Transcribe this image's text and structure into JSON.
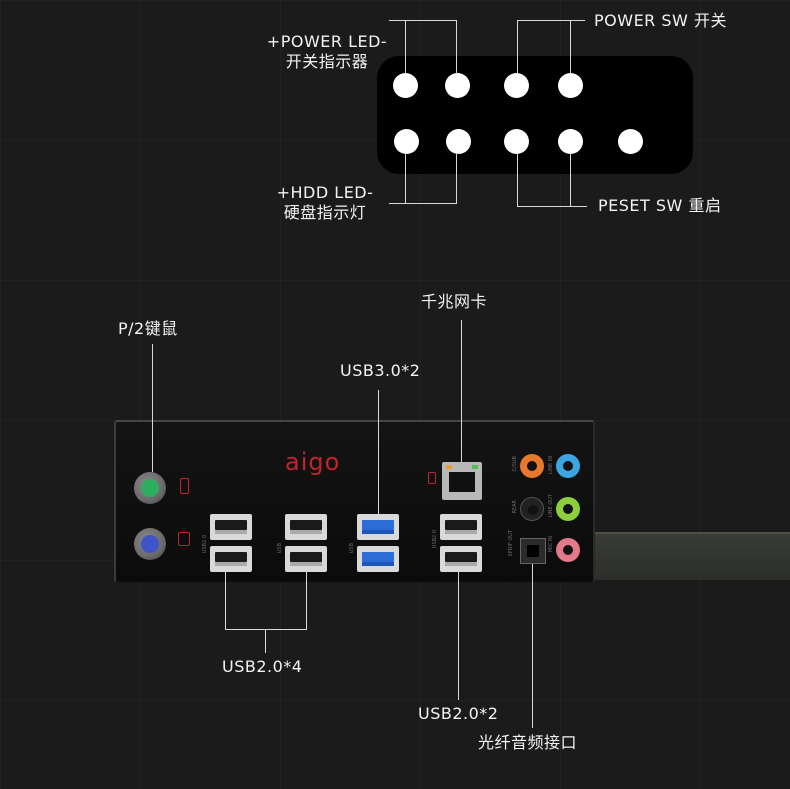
{
  "header": {
    "power_led_line1": "+POWER LED-",
    "power_led_line2": "开关指示器",
    "power_sw": "POWER SW 开关",
    "hdd_led_line1": "+HDD LED-",
    "hdd_led_line2": "硬盘指示灯",
    "reset_sw": "PESET  SW 重启"
  },
  "io": {
    "brand": "aigo",
    "ps2": "P/2键鼠",
    "lan": "千兆网卡",
    "usb3": "USB3.0*2",
    "usb2_left": "USB2.0*4",
    "usb2_right": "USB2.0*2",
    "optical": "光纤音频接口",
    "silk": {
      "usb20_a": "USB2.0",
      "usb20_b": "USB",
      "usb3": "USB",
      "usb20_c": "USB2.0",
      "spdif": "SPDIF OUT",
      "mic": "MIC IN",
      "line_out": "LINE OUT",
      "line_in": "LINE IN",
      "rear": "REAR",
      "csub": "C/SUB"
    }
  },
  "colors": {
    "ps2_mouse": "#2fae62",
    "ps2_keyboard": "#3e54c8",
    "audio_orange": "#e8782d",
    "audio_blue": "#3aa7e2",
    "audio_green": "#8ccf3a",
    "audio_pink": "#e27a8a",
    "audio_black": "#222222",
    "usb3_blue": "#2b6cd6",
    "brand_red": "#c0242c"
  }
}
